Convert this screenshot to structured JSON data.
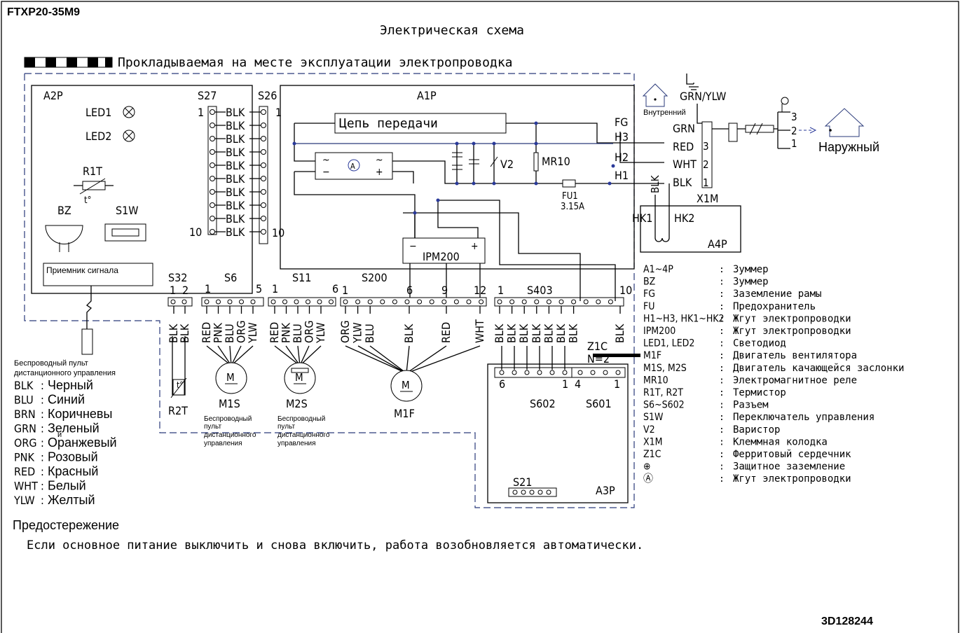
{
  "model": "FTXP20-35M9",
  "title": "Электрическая схема",
  "field_wiring": "Прокладываемая на месте эксплуатации электропроводка",
  "doc_number": "3D128244",
  "boards": {
    "a2p": "A2P",
    "a1p": "A1P",
    "a3p": "A3P",
    "a4p": "A4P"
  },
  "a2p": {
    "led1": "LED1",
    "led2": "LED2",
    "r1t": "R1T",
    "t": "t°",
    "bz": "BZ",
    "s1w": "S1W",
    "receiver": "Приемник сигнала"
  },
  "connectors": {
    "s27": "S27",
    "s26": "S26",
    "s32": "S32",
    "s6": "S6",
    "s11": "S11",
    "s200": "S200",
    "s403": "S403",
    "s602": "S602",
    "s601": "S601",
    "s21": "S21",
    "x1m": "X1M",
    "ipm": "IPM200"
  },
  "pins": {
    "p1": "1",
    "p2": "2",
    "p3": "3",
    "p5": "5",
    "p6": "6",
    "p9": "9",
    "p10": "10",
    "p12": "12",
    "p4": "4"
  },
  "wires": {
    "blk": "BLK",
    "red": "RED",
    "pnk": "PNK",
    "blu": "BLU",
    "org": "ORG",
    "ylw": "YLW",
    "wht": "WHT",
    "grn": "GRN",
    "grnylw": "GRN/YLW"
  },
  "a1p": {
    "transmission": "Цепь передачи",
    "v2": "V2",
    "mr10": "MR10",
    "fu1": "FU1",
    "fuse_rating": "3.15A",
    "fg": "FG",
    "h1": "H1",
    "h2": "H2",
    "h3": "H3",
    "hk1": "HK1",
    "hk2": "HK2",
    "z1c": "Z1C",
    "n2": "N=2"
  },
  "indoor": "Внутренний",
  "outdoor": "Наружный",
  "motors": {
    "m1s": "M1S",
    "m2s": "M2S",
    "m1f": "M1F",
    "r2t": "R2T",
    "m": "M"
  },
  "remote_label_lines": [
    "Беспроводный",
    "пульт",
    "дистанционного",
    "управления"
  ],
  "remote_left": [
    "Беспроводный пульт",
    "дистанционного управления"
  ],
  "colors": [
    {
      "code": "BLK",
      "name": "Черный"
    },
    {
      "code": "BLU",
      "name": "Синий"
    },
    {
      "code": "BRN",
      "name": "Коричневы"
    },
    {
      "code": "GRN",
      "name": "Зеленый"
    },
    {
      "code": "ORG",
      "name": "Оранжевый"
    },
    {
      "code": "PNK",
      "name": "Розовый"
    },
    {
      "code": "RED",
      "name": "Красный"
    },
    {
      "code": "WHT",
      "name": "Белый"
    },
    {
      "code": "YLW",
      "name": "Желтый"
    }
  ],
  "grn_extra": "и",
  "legend": [
    {
      "code": "A1~4P",
      "desc": "Зуммер"
    },
    {
      "code": "BZ",
      "desc": "Зуммер"
    },
    {
      "code": "FG",
      "desc": "Заземление рамы"
    },
    {
      "code": "FU",
      "desc": "Предохранитель"
    },
    {
      "code": "H1~H3, HK1~HK2",
      "desc": "Жгут электропроводки"
    },
    {
      "code": "IPM200",
      "desc": "Жгут электропроводки"
    },
    {
      "code": "LED1, LED2",
      "desc": "Светодиод"
    },
    {
      "code": "M1F",
      "desc": "Двигатель вентилятора"
    },
    {
      "code": "M1S,  M2S",
      "desc": "Двигатель качающейся заслонки"
    },
    {
      "code": "MR10",
      "desc": "Электромагнитное реле"
    },
    {
      "code": "R1T, R2T",
      "desc": "Термистор"
    },
    {
      "code": "S6~S602",
      "desc": "Разъем"
    },
    {
      "code": "S1W",
      "desc": "Переключатель управления"
    },
    {
      "code": "V2",
      "desc": "Варистор"
    },
    {
      "code": "X1M",
      "desc": "Клеммная колодка"
    },
    {
      "code": "Z1C",
      "desc": "Ферритовый сердечник"
    },
    {
      "code": "⊕",
      "desc": "Защитное заземление"
    },
    {
      "code": "Ⓐ",
      "desc": "Жгут электропроводки"
    }
  ],
  "caution_title": "Предостережение",
  "caution_text": "Если основное питание выключить и снова включить, работа возобновляется автоматически."
}
